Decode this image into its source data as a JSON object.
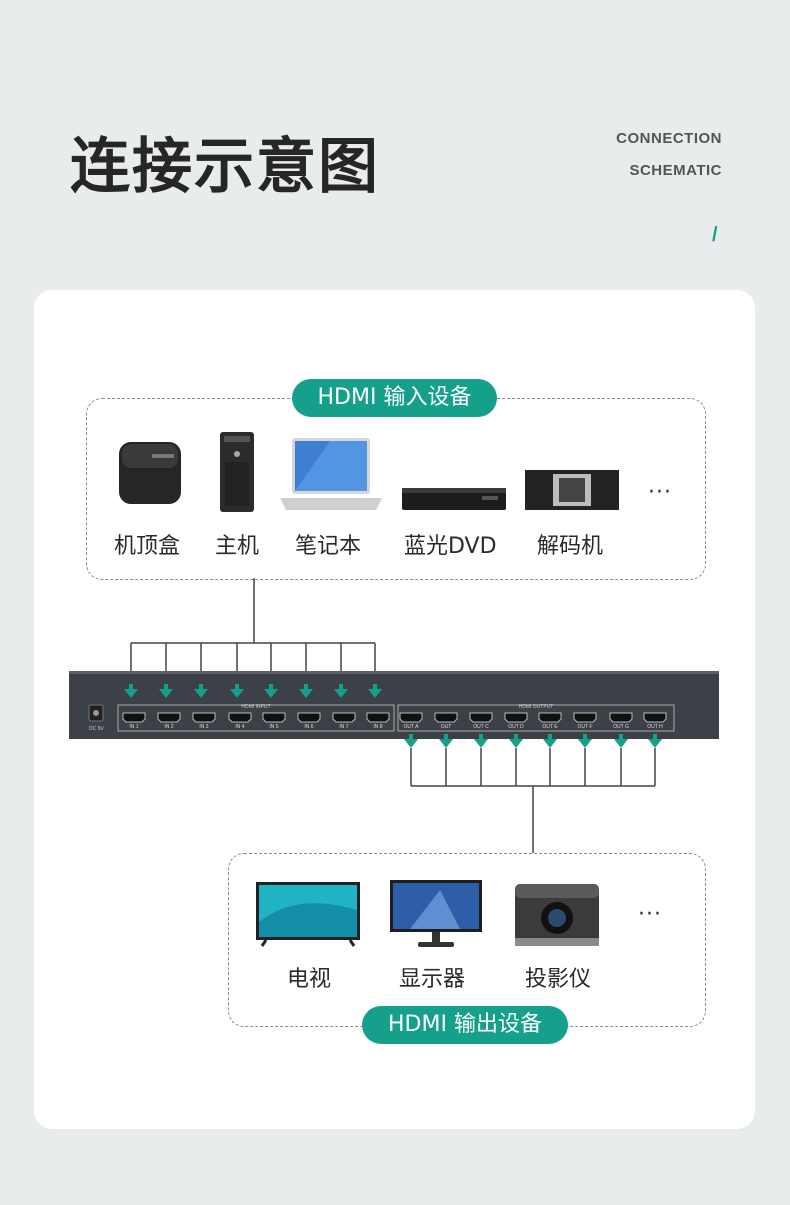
{
  "header": {
    "title": "连接示意图",
    "en_line1": "CONNECTION",
    "en_line2": "SCHEMATIC",
    "slash": "/"
  },
  "input_group": {
    "label": "HDMI 输入设备",
    "devices": [
      {
        "name": "机顶盒",
        "icon": "set-top-box-icon"
      },
      {
        "name": "主机",
        "icon": "pc-tower-icon"
      },
      {
        "name": "笔记本",
        "icon": "laptop-icon"
      },
      {
        "name": "蓝光DVD",
        "icon": "bluray-player-icon"
      },
      {
        "name": "解码机",
        "icon": "decoder-icon"
      }
    ],
    "more": "···"
  },
  "output_group": {
    "label": "HDMI 输出设备",
    "devices": [
      {
        "name": "电视",
        "icon": "tv-icon"
      },
      {
        "name": "显示器",
        "icon": "monitor-icon"
      },
      {
        "name": "投影仪",
        "icon": "projector-icon"
      }
    ],
    "more": "···"
  },
  "matrix": {
    "dc_label": "DC 5V",
    "input_header": "HDMI INPUT",
    "output_header": "HDMI OUTPUT",
    "inputs": [
      "IN 1",
      "IN 2",
      "IN 3",
      "IN 4",
      "IN 5",
      "IN 6",
      "IN 7",
      "IN 8"
    ],
    "outputs": [
      "OUT A",
      "OUT",
      "OUT C",
      "OUT D",
      "OUT E",
      "OUT F",
      "OUT G",
      "OUT H"
    ]
  },
  "colors": {
    "accent": "#15a08c",
    "panel": "#3c4047"
  }
}
